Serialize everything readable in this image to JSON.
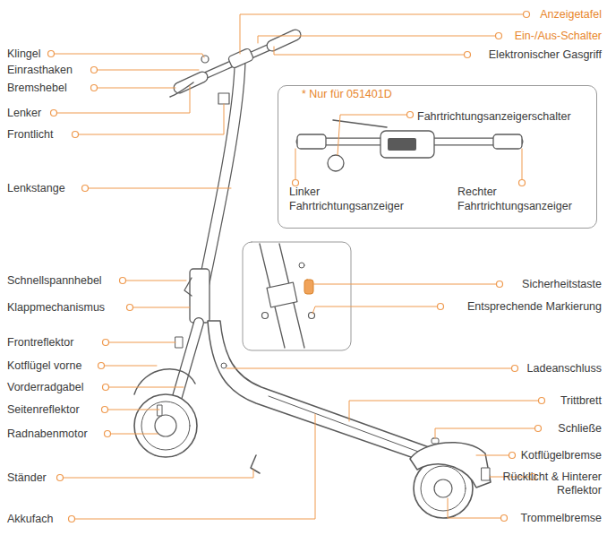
{
  "diagram": {
    "nodes": [
      {
        "text": [
          "* Nur für 051401D",
          "Fahrtrichtungsanzeigerschalter",
          "Linker Fahrtrichtungsanzeiger",
          "Rechter Fahrtrichtungsanzeiger"
        ]
      }
    ],
    "labels": [
      "Klingel",
      "Einrasthaken",
      "Bremshebel",
      "Lenker",
      "Frontlicht",
      "Lenkstange",
      "Schnellspannhebel",
      "Klappmechanismus",
      "Frontreflektor",
      "Kotflügel vorne",
      "Vorderradgabel",
      "Seitenreflektor",
      "Radnabenmotor",
      "Ständer",
      "Akkufach",
      "Anzeigetafel",
      "Ein-/Aus-Schalter",
      "Elektronischer Gasgriff",
      "Sicherheitstaste",
      "Entsprechende Markierung",
      "Ladeanschluss",
      "Trittbrett",
      "Schließe",
      "Kotflügelbremse",
      "Rücklicht & Hinterer Reflektor",
      "Trommelbremse"
    ]
  }
}
